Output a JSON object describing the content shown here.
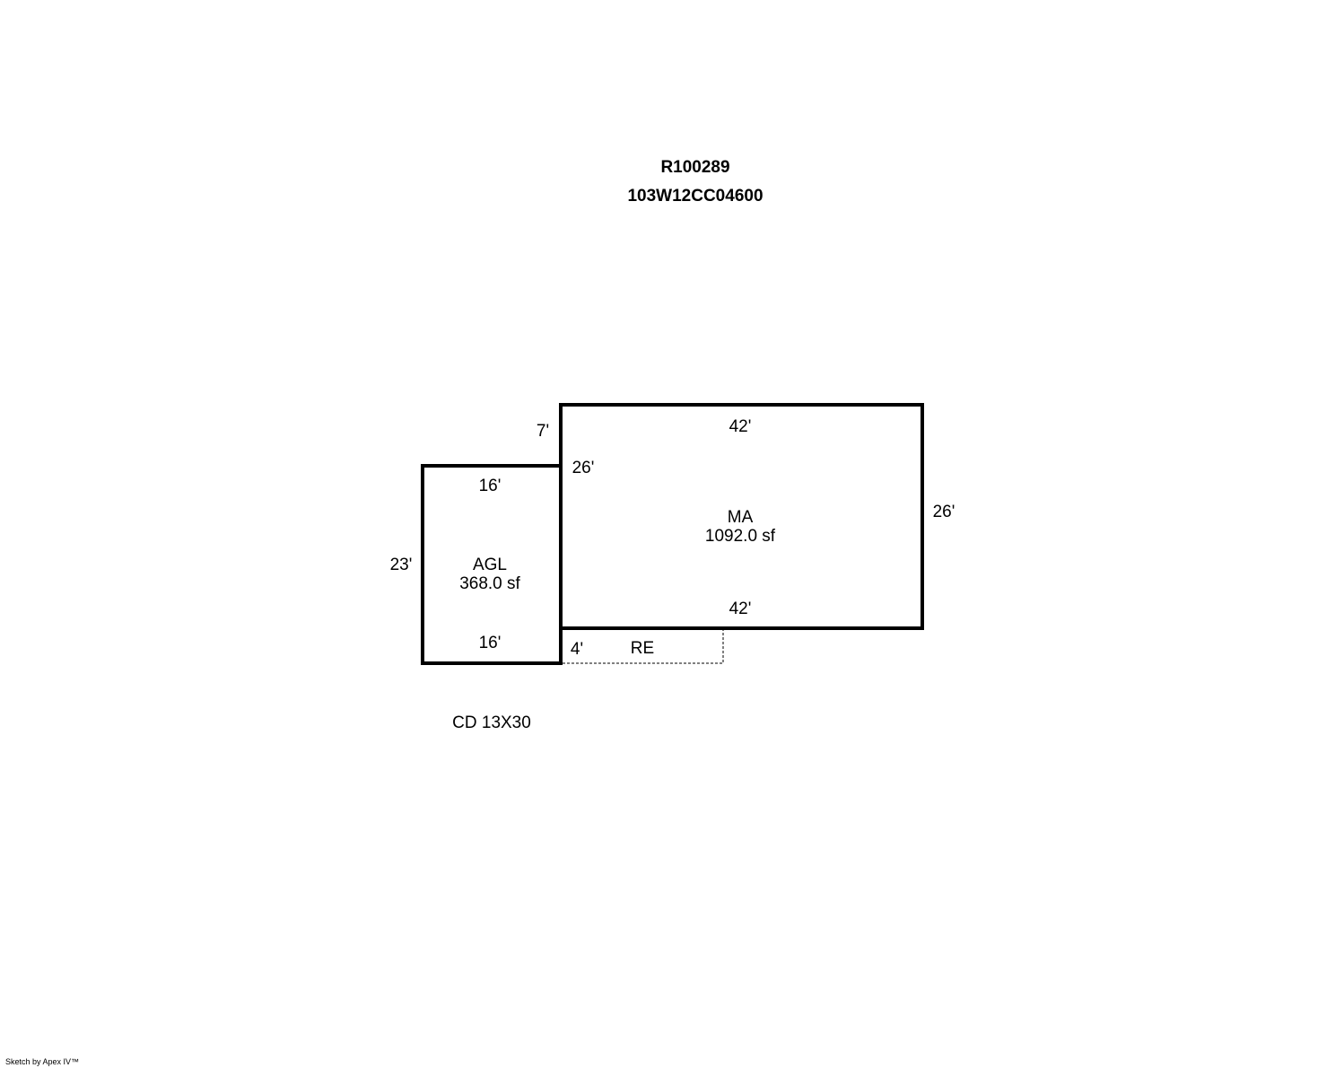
{
  "header": {
    "account_id": "R100289",
    "map_tax_lot": "103W12CC04600"
  },
  "areas": {
    "main": {
      "code": "MA",
      "area": "1092.0 sf"
    },
    "garage": {
      "code": "AGL",
      "area": "368.0 sf"
    },
    "extension": {
      "code": "RE"
    }
  },
  "dimensions": {
    "ma_top": "42'",
    "ma_bottom": "42'",
    "ma_right": "26'",
    "ma_left": "26'",
    "ma_offset": "7'",
    "agl_top": "16'",
    "agl_bottom": "16'",
    "agl_left": "23'",
    "re_side": "4'"
  },
  "note": "CD 13X30",
  "credit": "Sketch by Apex IV™"
}
